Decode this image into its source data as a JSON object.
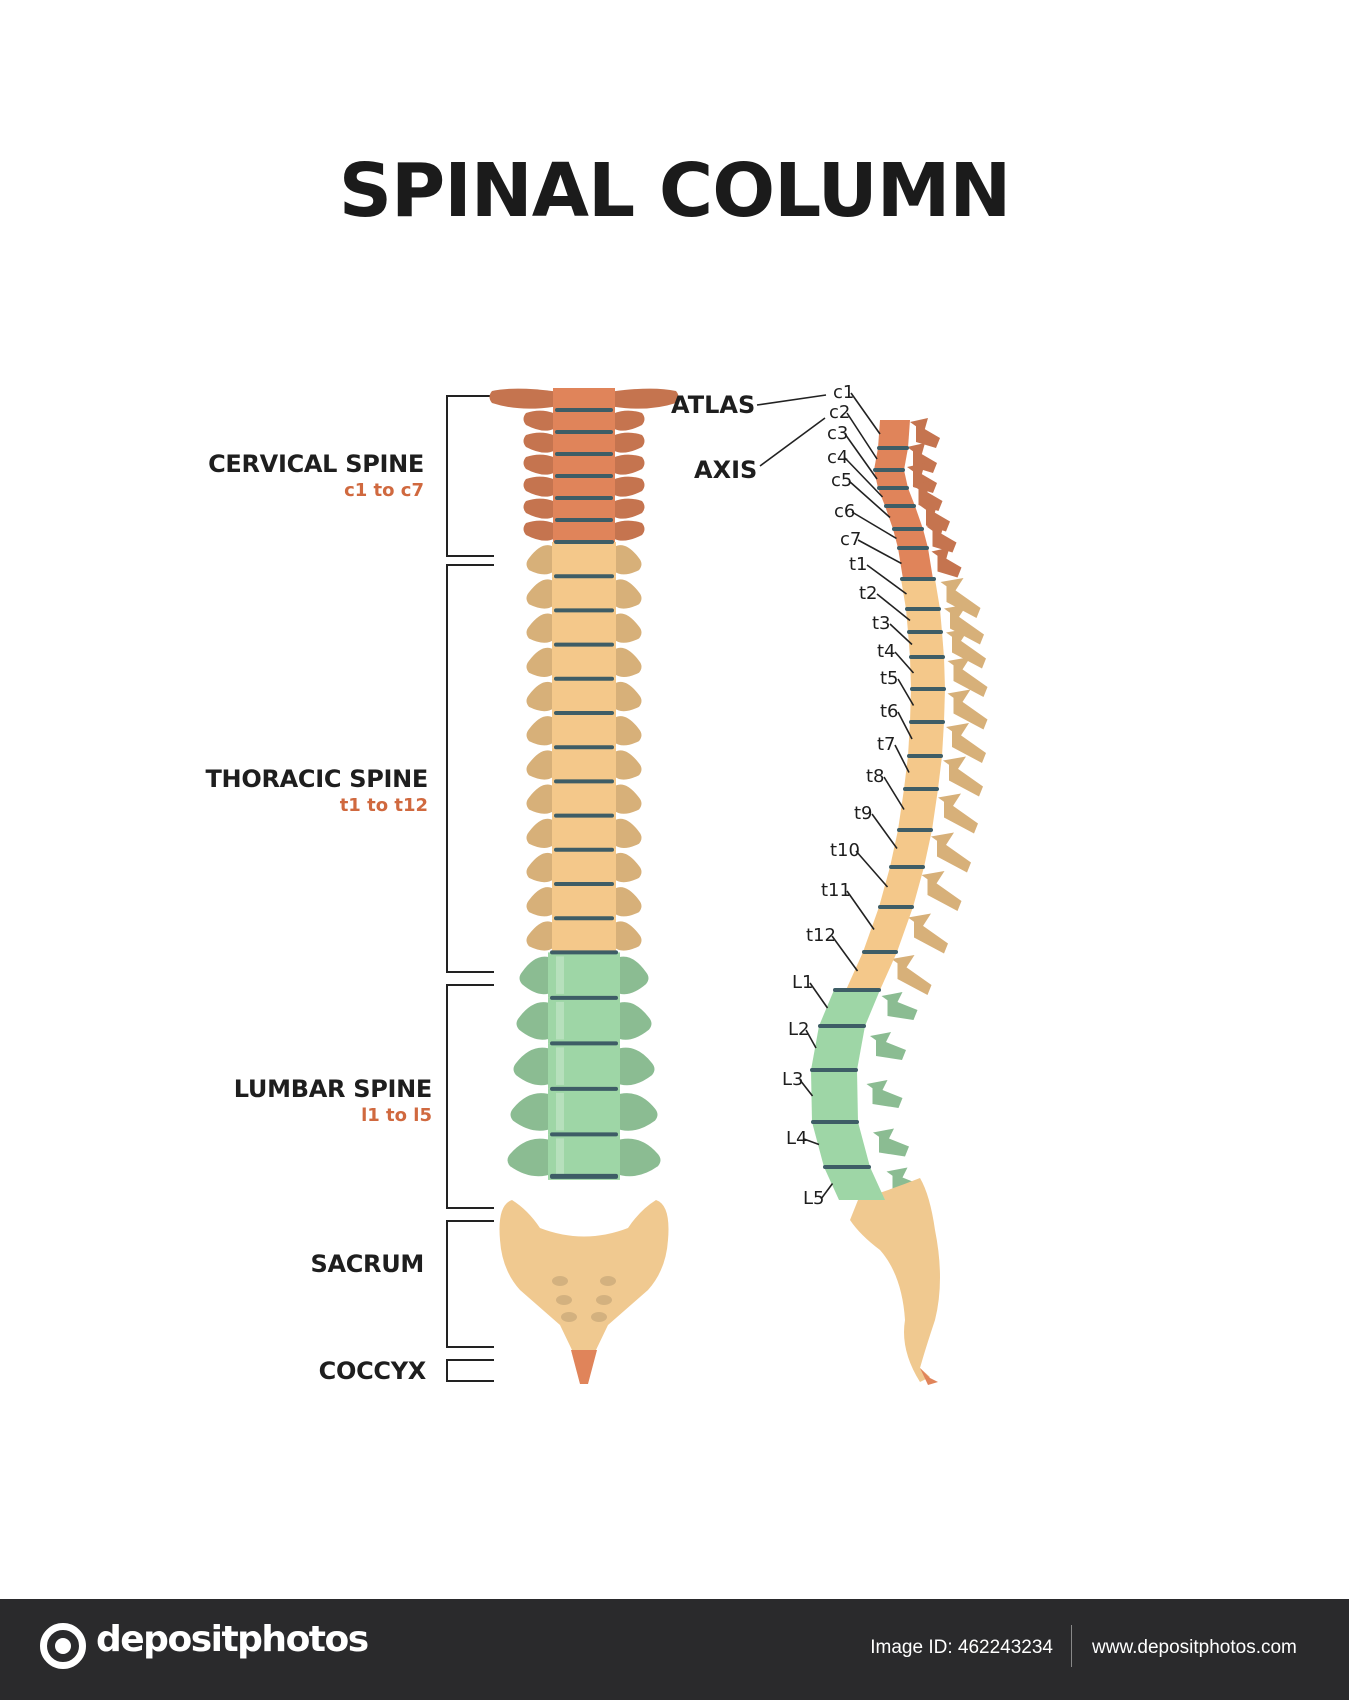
{
  "title": "SPINAL COLUMN",
  "sections": {
    "cervical": {
      "name": "CERVICAL SPINE",
      "range": "c1 to c7"
    },
    "thoracic": {
      "name": "THORACIC SPINE",
      "range": "t1 to t12"
    },
    "lumbar": {
      "name": "LUMBAR SPINE",
      "range": "l1 to l5"
    },
    "sacrum": {
      "name": "SACRUM"
    },
    "coccyx": {
      "name": "COCCYX"
    }
  },
  "labels": {
    "atlas": "ATLAS",
    "axis": "AXIS"
  },
  "vertebrae": [
    "c1",
    "c2",
    "c3",
    "c4",
    "c5",
    "c6",
    "c7",
    "t1",
    "t2",
    "t3",
    "t4",
    "t5",
    "t6",
    "t7",
    "t8",
    "t9",
    "t10",
    "t11",
    "t12",
    "L1",
    "L2",
    "L3",
    "L4",
    "L5"
  ],
  "colors": {
    "cervical": "#e0845a",
    "thoracic": "#f4c88a",
    "lumbar": "#9ed6a6",
    "sacrum": "#f0c990",
    "disc": "#3e5d66",
    "range_text": "#d0693f"
  },
  "footer": {
    "brand": "depositphotos",
    "image_id": "Image ID: 462243234",
    "website": "www.depositphotos.com"
  }
}
